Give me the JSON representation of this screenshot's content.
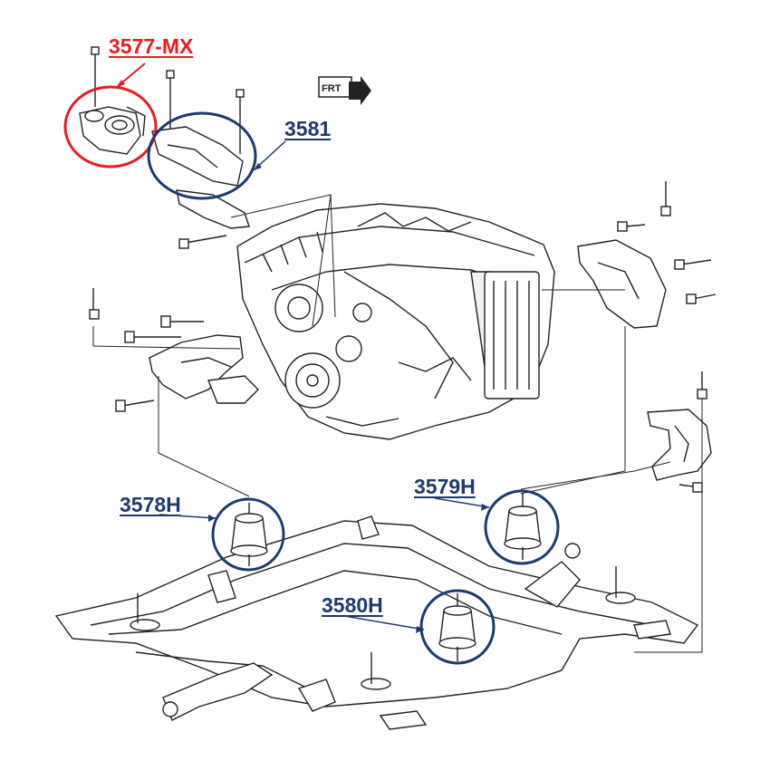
{
  "colors": {
    "highlight": "#e31e24",
    "primary": "#1f3a6b",
    "line": "#222222"
  },
  "labels": {
    "part_3577": "3577-MX",
    "part_3581": "3581",
    "part_3578": "3578H",
    "part_3579": "3579H",
    "part_3580": "3580H"
  },
  "icons": {
    "front_arrow": "front-direction-icon"
  },
  "front_indicator": "FRT"
}
